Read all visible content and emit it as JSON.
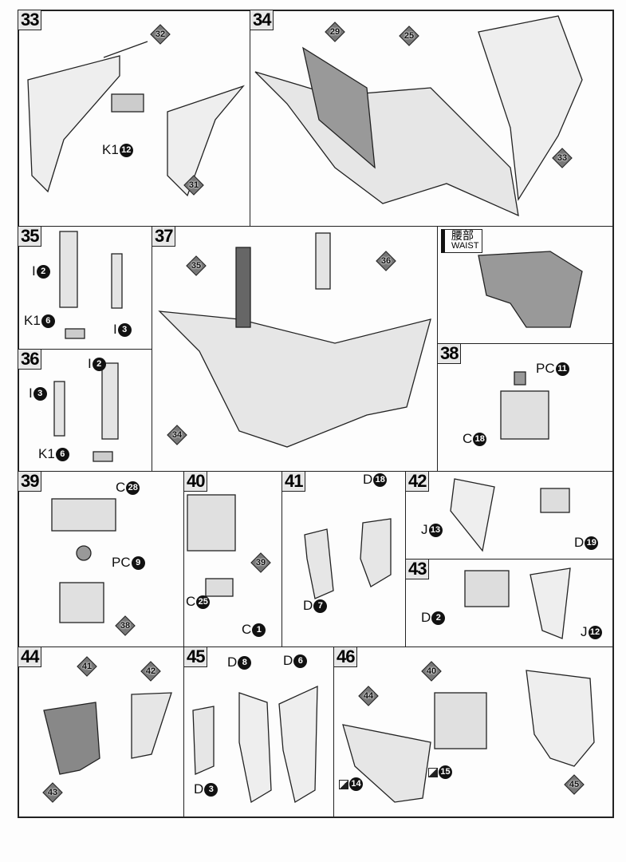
{
  "steps": {
    "s33": "33",
    "s34": "34",
    "s35": "35",
    "s36": "36",
    "s37": "37",
    "s38": "38",
    "s39": "39",
    "s40": "40",
    "s41": "41",
    "s42": "42",
    "s43": "43",
    "s44": "44",
    "s45": "45",
    "s46": "46"
  },
  "waist": {
    "jp": "腰部",
    "en": "WAIST"
  },
  "diamonds": {
    "d33a": "32",
    "d33b": "31",
    "d34a": "29",
    "d34b": "25",
    "d34c": "33",
    "d37a": "35",
    "d37b": "36",
    "d37c": "34",
    "d39": "38",
    "d40": "39",
    "d44a": "41",
    "d44b": "42",
    "d44c": "43",
    "d46a": "40",
    "d46b": "44",
    "d46c": "45"
  },
  "parts": {
    "p33": {
      "p": "K1",
      "n": "12"
    },
    "p35a": {
      "p": "I",
      "n": "2"
    },
    "p35b": {
      "p": "K1",
      "n": "6"
    },
    "p35c": {
      "p": "I",
      "n": "3"
    },
    "p36a": {
      "p": "I",
      "n": "2"
    },
    "p36b": {
      "p": "I",
      "n": "3"
    },
    "p36c": {
      "p": "K1",
      "n": "6"
    },
    "p38a": {
      "p": "PC",
      "n": "11"
    },
    "p38b": {
      "p": "C",
      "n": "18"
    },
    "p39a": {
      "p": "C",
      "n": "28"
    },
    "p39b": {
      "p": "PC",
      "n": "9"
    },
    "p40a": {
      "p": "C",
      "n": "25"
    },
    "p40b": {
      "p": "C",
      "n": "1"
    },
    "p41a": {
      "p": "D",
      "n": "18"
    },
    "p41b": {
      "p": "D",
      "n": "7"
    },
    "p42a": {
      "p": "J",
      "n": "13"
    },
    "p42b": {
      "p": "D",
      "n": "19"
    },
    "p43a": {
      "p": "D",
      "n": "2"
    },
    "p43b": {
      "p": "J",
      "n": "12"
    },
    "p45a": {
      "p": "D",
      "n": "8"
    },
    "p45b": {
      "p": "D",
      "n": "6"
    },
    "p45c": {
      "p": "D",
      "n": "3"
    },
    "p46a": {
      "p": "",
      "n": "14"
    },
    "p46b": {
      "p": "",
      "n": "15"
    }
  }
}
